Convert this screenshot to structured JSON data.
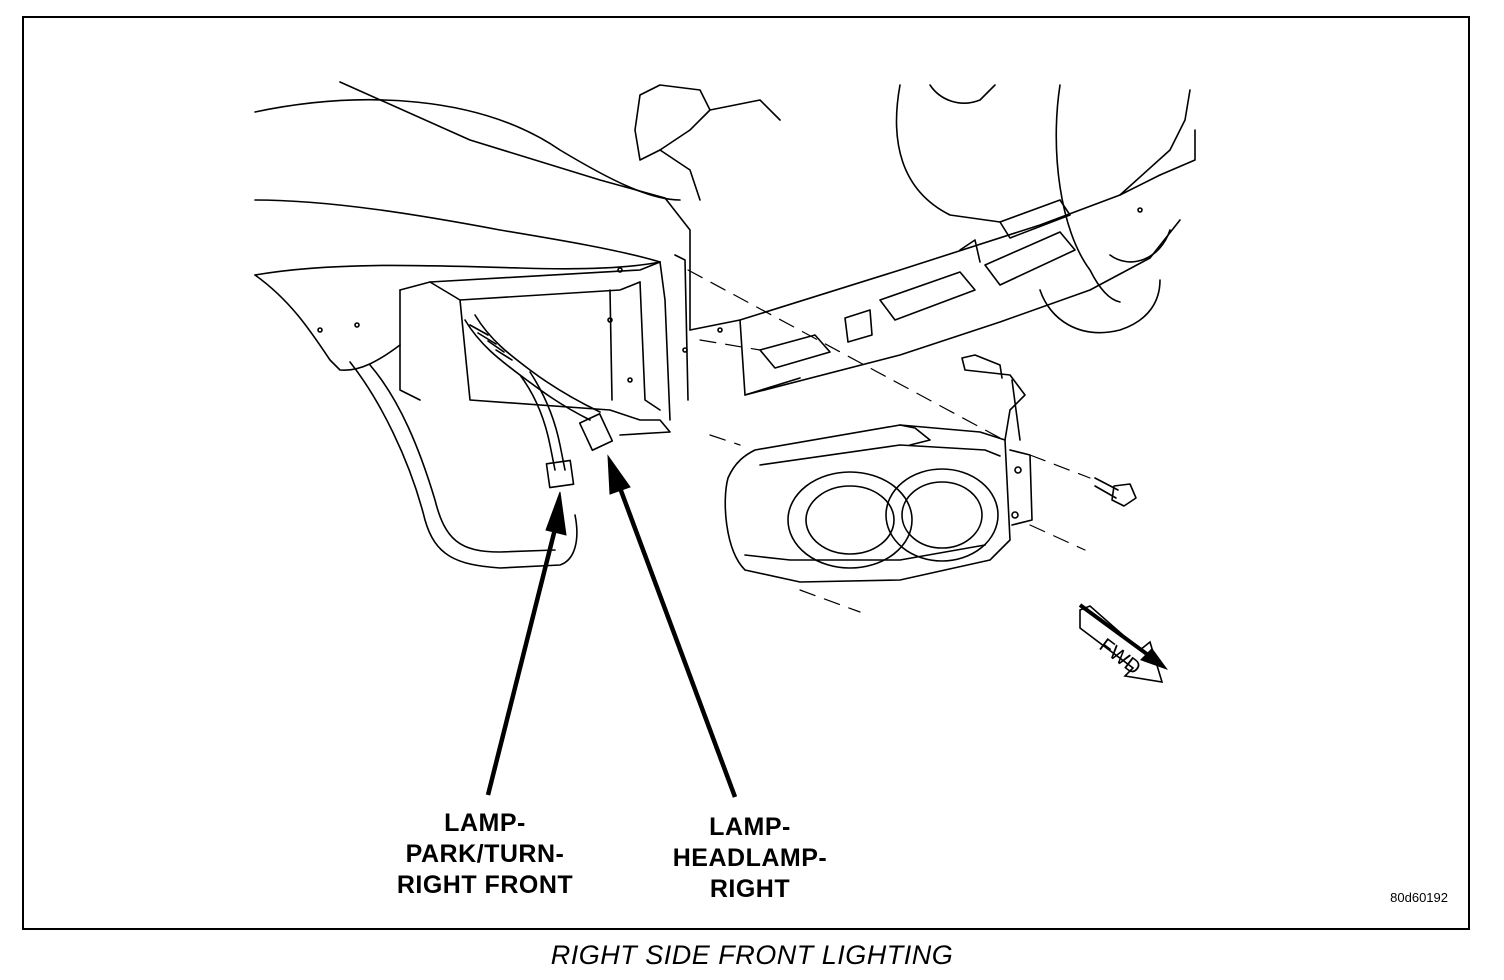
{
  "callouts": {
    "park_turn": [
      "LAMP-",
      "PARK/TURN-",
      "RIGHT FRONT"
    ],
    "headlamp": [
      "LAMP-",
      "HEADLAMP-",
      "RIGHT"
    ]
  },
  "figure_id": "80d60192",
  "caption": "RIGHT SIDE FRONT LIGHTING",
  "direction_label": "FWD",
  "icons": [
    "fwd-arrow-icon",
    "callout-arrow-icon"
  ],
  "colors": {
    "line": "#000000",
    "background": "#ffffff"
  }
}
